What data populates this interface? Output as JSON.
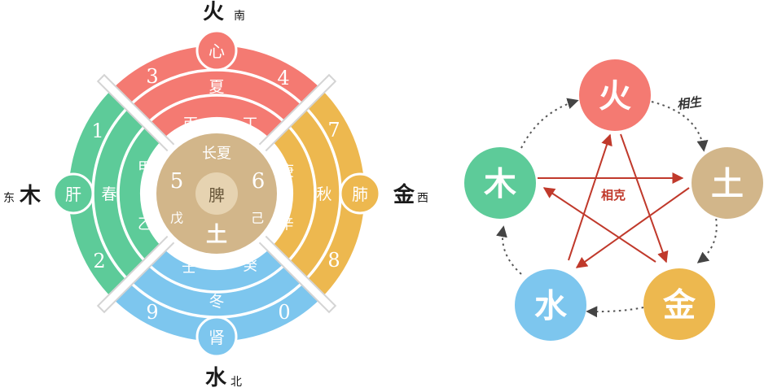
{
  "left": {
    "directions": {
      "fire": {
        "element": "火",
        "dir": "南"
      },
      "wood": {
        "element": "木",
        "dir": "东"
      },
      "metal": {
        "element": "金",
        "dir": "西"
      },
      "water": {
        "element": "水",
        "dir": "北"
      }
    },
    "organs": {
      "heart": "心",
      "liver": "肝",
      "lung": "肺",
      "kidney": "肾",
      "spleen": "脾"
    },
    "seasons": {
      "summer": "夏",
      "spring": "春",
      "autumn": "秋",
      "winter": "冬",
      "late_summer": "长夏"
    },
    "stems": {
      "bing": "丙",
      "ding": "丁",
      "jia": "甲",
      "yi": "乙",
      "geng": "庚",
      "xin": "辛",
      "ren": "壬",
      "gui": "癸",
      "wu": "戊",
      "ji": "己"
    },
    "numbers": {
      "n3": "3",
      "n4": "4",
      "n1": "1",
      "n2": "2",
      "n7": "7",
      "n8": "8",
      "n9": "9",
      "n0": "0",
      "n5": "5",
      "n6": "6"
    },
    "center_element": "土"
  },
  "right": {
    "nodes": {
      "fire": "火",
      "earth": "土",
      "metal": "金",
      "water": "水",
      "wood": "木"
    },
    "labels": {
      "generating": "相生",
      "overcoming": "相克"
    }
  },
  "colors": {
    "fire": "#F47A72",
    "wood": "#5DCB99",
    "metal": "#EDB84F",
    "water": "#7DC6EE",
    "earth": "#D2B68A",
    "arrow_overcome": "#C0392B",
    "arrow_generate": "#555555",
    "text_dark": "#1a1a1a"
  }
}
